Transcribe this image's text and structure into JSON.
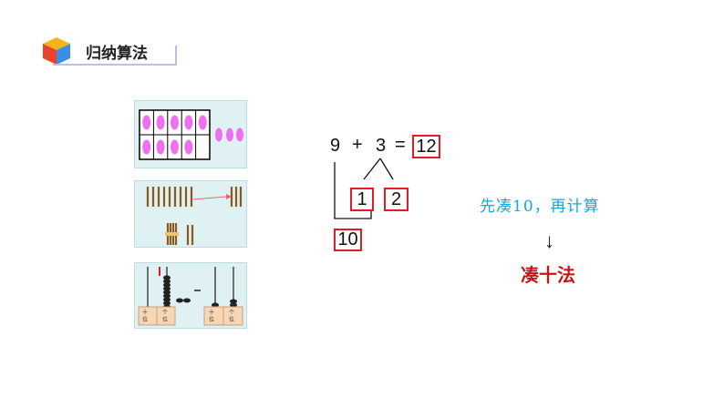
{
  "header": {
    "title": "归纳算法",
    "icon": "cube-icon"
  },
  "equation": {
    "addend_a": "9",
    "plus": "+",
    "addend_b": "3",
    "equals": "=",
    "result": "12",
    "split_part_1": "1",
    "split_part_2": "2",
    "make_ten": "10"
  },
  "abacus": {
    "tens_label": "十位",
    "ones_label": "个位"
  },
  "note": "先凑10，再计算",
  "arrow": "↓",
  "method": "凑十法",
  "colors": {
    "accent_red": "#e01c24",
    "note_blue": "#13a7dc",
    "method_red": "#c41818",
    "counter_pink": "#f06ef0",
    "panel_bg": "#dff1f3"
  }
}
